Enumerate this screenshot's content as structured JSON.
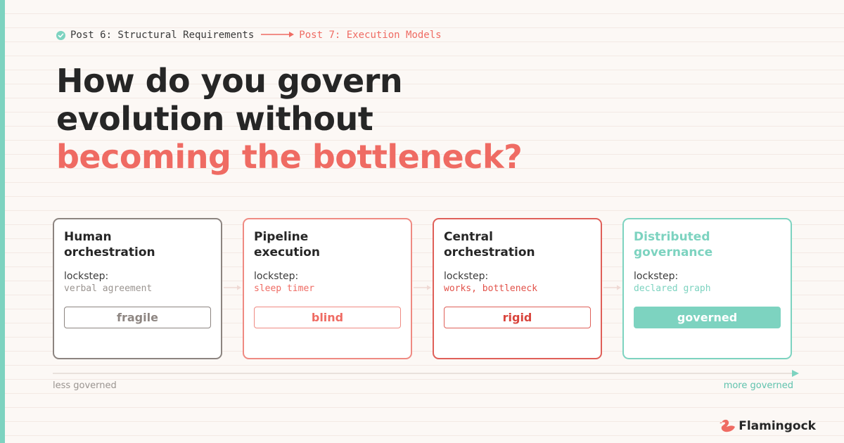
{
  "colors": {
    "accent_coral": "#ef6b63",
    "accent_teal": "#7dd3c0",
    "text_dark": "#262626",
    "muted_gray": "#8c8480"
  },
  "breadcrumb": {
    "previous": "Post 6: Structural Requirements",
    "current": "Post 7: Execution Models",
    "previous_icon": "check-icon",
    "separator_icon": "arrow-right-icon"
  },
  "headline": {
    "line1": "How do you govern",
    "line2": "evolution without",
    "line3": "becoming the bottleneck?"
  },
  "cards": [
    {
      "title_line1": "Human",
      "title_line2": "orchestration",
      "lockstep_label": "lockstep:",
      "lockstep_value": "verbal agreement",
      "verdict": "fragile"
    },
    {
      "title_line1": "Pipeline",
      "title_line2": "execution",
      "lockstep_label": "lockstep:",
      "lockstep_value": "sleep timer",
      "verdict": "blind"
    },
    {
      "title_line1": "Central",
      "title_line2": "orchestration",
      "lockstep_label": "lockstep:",
      "lockstep_value": "works, bottleneck",
      "verdict": "rigid"
    },
    {
      "title_line1": "Distributed",
      "title_line2": "governance",
      "lockstep_label": "lockstep:",
      "lockstep_value": "declared graph",
      "verdict": "governed"
    }
  ],
  "scale": {
    "left_label": "less governed",
    "right_label": "more governed"
  },
  "brand": {
    "name": "Flamingock",
    "logo_icon": "flamingo-logo-icon"
  }
}
